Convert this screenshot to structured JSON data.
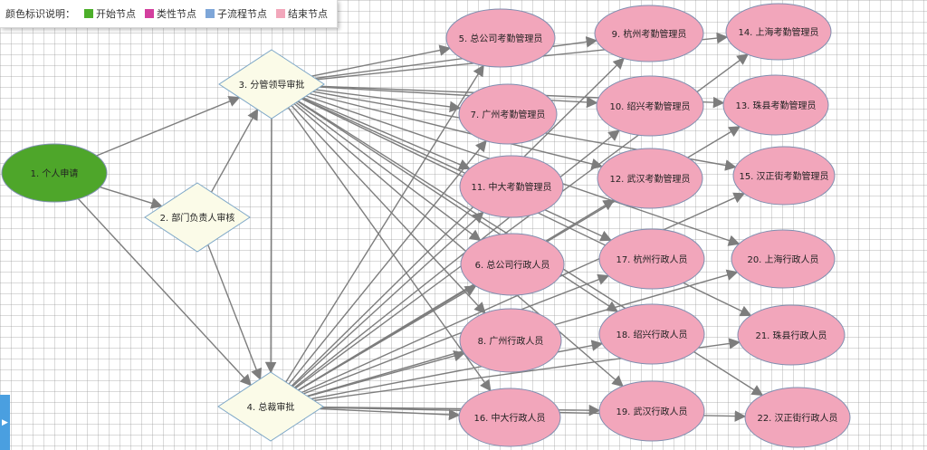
{
  "legend": {
    "title": "颜色标识说明：",
    "items": [
      {
        "label": "开始节点",
        "color": "#4caf2a"
      },
      {
        "label": "类性节点",
        "color": "#d33f9e"
      },
      {
        "label": "子流程节点",
        "color": "#7ea6d8"
      },
      {
        "label": "结束节点",
        "color": "#f2a7bb"
      }
    ]
  },
  "colors": {
    "start": "#4ea62a",
    "decision": "#fbfbe8",
    "end": "#f2a6bb",
    "edge": "#7d7d7d"
  },
  "nodes": [
    {
      "id": "n1",
      "label": "1. 个人申请",
      "kind": "start"
    },
    {
      "id": "n2",
      "label": "2. 部门负责人审核",
      "kind": "decision"
    },
    {
      "id": "n3",
      "label": "3. 分管领导审批",
      "kind": "decision"
    },
    {
      "id": "n4",
      "label": "4. 总裁审批",
      "kind": "decision"
    },
    {
      "id": "n5",
      "label": "5. 总公司考勤管理员",
      "kind": "end"
    },
    {
      "id": "n7",
      "label": "7. 广州考勤管理员",
      "kind": "end"
    },
    {
      "id": "n11",
      "label": "11. 中大考勤管理员",
      "kind": "end"
    },
    {
      "id": "n6",
      "label": "6. 总公司行政人员",
      "kind": "end"
    },
    {
      "id": "n8",
      "label": "8. 广州行政人员",
      "kind": "end"
    },
    {
      "id": "n16",
      "label": "16. 中大行政人员",
      "kind": "end"
    },
    {
      "id": "n9",
      "label": "9. 杭州考勤管理员",
      "kind": "end"
    },
    {
      "id": "n10",
      "label": "10. 绍兴考勤管理员",
      "kind": "end"
    },
    {
      "id": "n12",
      "label": "12. 武汉考勤管理员",
      "kind": "end"
    },
    {
      "id": "n17",
      "label": "17. 杭州行政人员",
      "kind": "end"
    },
    {
      "id": "n18",
      "label": "18. 绍兴行政人员",
      "kind": "end"
    },
    {
      "id": "n19",
      "label": "19. 武汉行政人员",
      "kind": "end"
    },
    {
      "id": "n14",
      "label": "14. 上海考勤管理员",
      "kind": "end"
    },
    {
      "id": "n13",
      "label": "13. 珠县考勤管理员",
      "kind": "end"
    },
    {
      "id": "n15",
      "label": "15. 汉正街考勤管理员",
      "kind": "end"
    },
    {
      "id": "n20",
      "label": "20. 上海行政人员",
      "kind": "end"
    },
    {
      "id": "n21",
      "label": "21. 珠县行政人员",
      "kind": "end"
    },
    {
      "id": "n22",
      "label": "22. 汉正街行政人员",
      "kind": "end"
    }
  ],
  "edges": [
    [
      "n1",
      "n2"
    ],
    [
      "n1",
      "n3"
    ],
    [
      "n1",
      "n4"
    ],
    [
      "n2",
      "n3"
    ],
    [
      "n2",
      "n4"
    ],
    [
      "n3",
      "n4"
    ],
    [
      "n3",
      "n5"
    ],
    [
      "n3",
      "n7"
    ],
    [
      "n3",
      "n11"
    ],
    [
      "n3",
      "n6"
    ],
    [
      "n3",
      "n8"
    ],
    [
      "n3",
      "n16"
    ],
    [
      "n3",
      "n9"
    ],
    [
      "n3",
      "n10"
    ],
    [
      "n3",
      "n12"
    ],
    [
      "n3",
      "n17"
    ],
    [
      "n3",
      "n18"
    ],
    [
      "n3",
      "n19"
    ],
    [
      "n3",
      "n14"
    ],
    [
      "n3",
      "n13"
    ],
    [
      "n3",
      "n15"
    ],
    [
      "n3",
      "n20"
    ],
    [
      "n3",
      "n21"
    ],
    [
      "n3",
      "n22"
    ],
    [
      "n4",
      "n5"
    ],
    [
      "n4",
      "n7"
    ],
    [
      "n4",
      "n11"
    ],
    [
      "n4",
      "n6"
    ],
    [
      "n4",
      "n8"
    ],
    [
      "n4",
      "n16"
    ],
    [
      "n4",
      "n9"
    ],
    [
      "n4",
      "n10"
    ],
    [
      "n4",
      "n12"
    ],
    [
      "n4",
      "n17"
    ],
    [
      "n4",
      "n18"
    ],
    [
      "n4",
      "n19"
    ],
    [
      "n4",
      "n14"
    ],
    [
      "n4",
      "n13"
    ],
    [
      "n4",
      "n15"
    ],
    [
      "n4",
      "n20"
    ],
    [
      "n4",
      "n21"
    ],
    [
      "n4",
      "n22"
    ]
  ]
}
